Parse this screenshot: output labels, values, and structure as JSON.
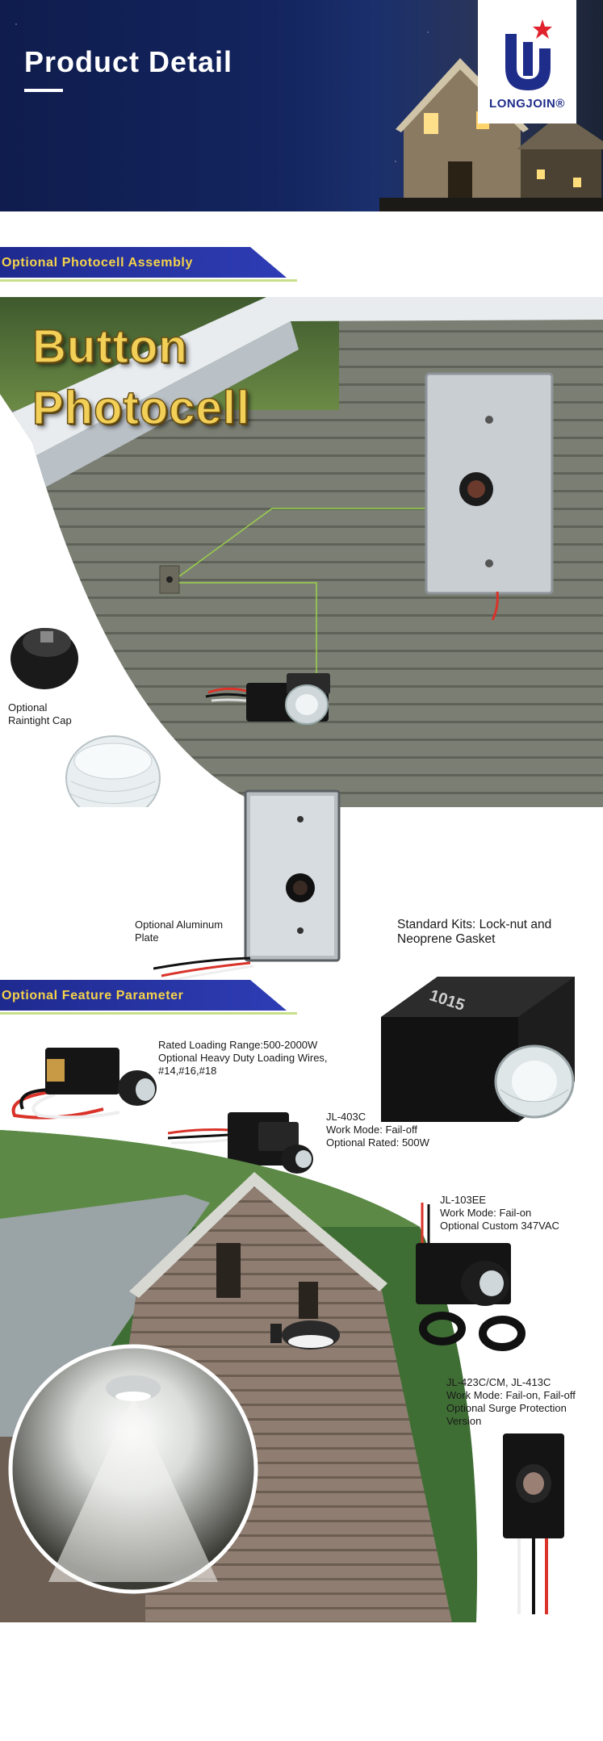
{
  "header": {
    "title": "Product Detail",
    "logo_text": "LONGJOIN®"
  },
  "sections": {
    "assembly": "Optional Photocell Assembly",
    "feature": "Optional Feature Parameter"
  },
  "hero": {
    "line1": "Button",
    "line2": "Photocell"
  },
  "captions": {
    "raintight_cap": [
      "Optional",
      "Raintight Cap"
    ],
    "aluminum_plate": [
      "Optional Aluminum",
      "Plate"
    ],
    "standard_kits": [
      "Standard Kits: Lock-nut and",
      "Neoprene Gasket"
    ],
    "heavy_duty": [
      "Rated Loading Range:500-2000W",
      "Optional Heavy Duty Loading Wires,",
      "#14,#16,#18"
    ],
    "jl403c": [
      "JL-403C",
      "Work Mode: Fail-off",
      "Optional Rated: 500W"
    ],
    "jl103ee": [
      "JL-103EE",
      "Work Mode: Fail-on",
      "Optional Custom 347VAC"
    ],
    "jl423c": [
      "JL-423C/CM, JL-413C",
      "Work Mode: Fail-on, Fail-off",
      "Optional Surge Protection",
      "Version"
    ]
  },
  "product_label": "1015",
  "colors": {
    "brand_blue": "#1f2d8a",
    "accent_gold": "#f2cf57",
    "header_yellow": "#f5d34a"
  }
}
